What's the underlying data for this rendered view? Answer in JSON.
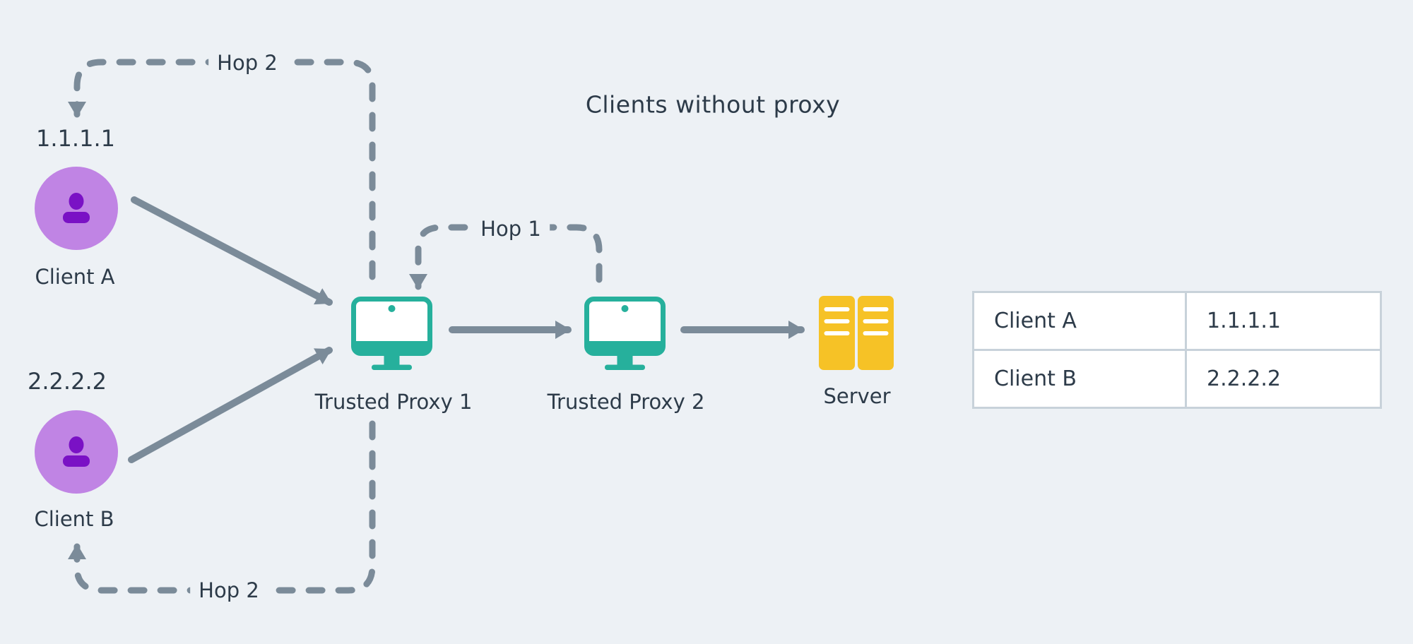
{
  "title": "Clients without proxy",
  "nodes": {
    "client_a": {
      "ip": "1.1.1.1",
      "label": "Client A"
    },
    "client_b": {
      "ip": "2.2.2.2",
      "label": "Client B"
    },
    "proxy1": {
      "label": "Trusted Proxy 1"
    },
    "proxy2": {
      "label": "Trusted Proxy 2"
    },
    "server": {
      "label": "Server"
    }
  },
  "hops": {
    "top": "Hop 2",
    "middle": "Hop 1",
    "bottom": "Hop 2"
  },
  "table": {
    "rows": [
      {
        "client": "Client A",
        "ip": "1.1.1.1"
      },
      {
        "client": "Client B",
        "ip": "2.2.2.2"
      }
    ]
  },
  "colors": {
    "background": "#edf1f5",
    "text": "#2d3b49",
    "connector_gray": "#7b8b99",
    "proxy_teal": "#26b09c",
    "avatar_purple": "#c084e4",
    "person_purple": "#7a11c5",
    "server_yellow": "#f6c226",
    "table_border": "#c8d2da",
    "table_cell_bg": "#ffffff"
  }
}
